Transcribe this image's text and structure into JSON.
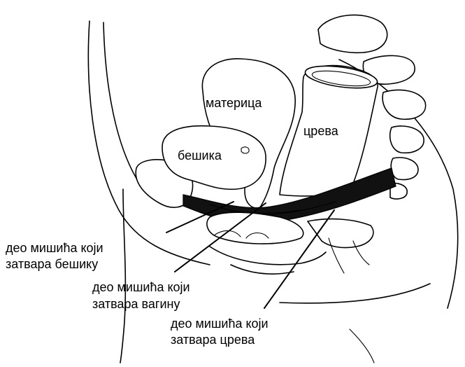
{
  "labels": {
    "uterus": "материца",
    "bowel": "црева",
    "bladder": "бешика",
    "muscle_bladder_line1": "део мишића који",
    "muscle_bladder_line2": "затвара бешику",
    "muscle_vagina_line1": "део мишића који",
    "muscle_vagina_line2": "затвара вагину",
    "muscle_bowel_line1": "део мишића који",
    "muscle_bowel_line2": "затвара црева"
  }
}
